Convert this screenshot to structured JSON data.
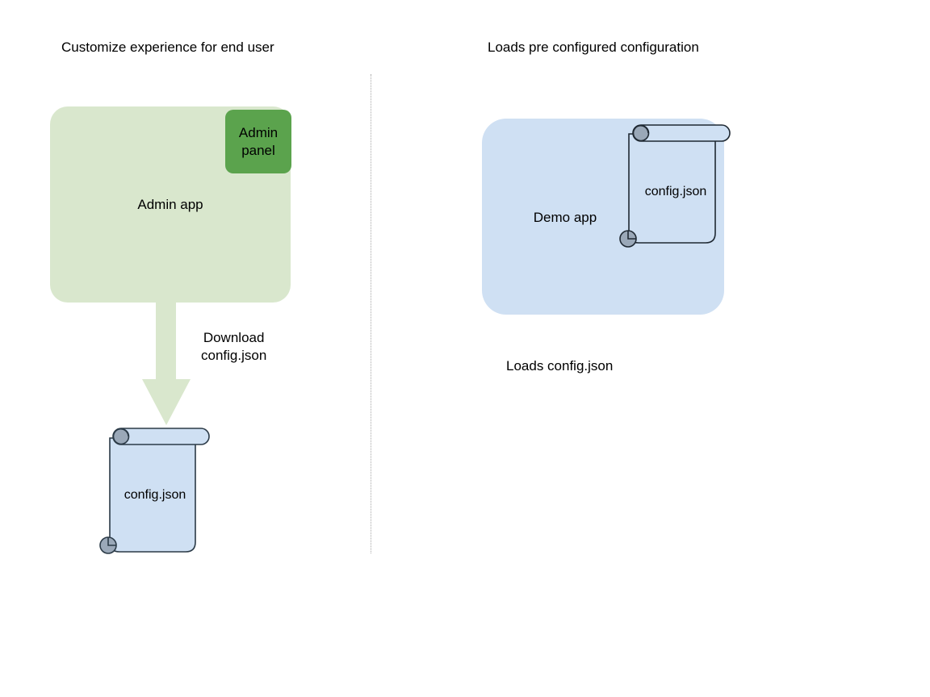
{
  "diagram": {
    "title_left": "Customize experience for end user",
    "title_right": "Loads pre configured configuration",
    "divider": "vertical-dotted-divider"
  },
  "left_panel": {
    "app_box": {
      "label": "Admin app",
      "fill": "#d9e7cd"
    },
    "admin_panel_badge": {
      "label": "Admin\npanel",
      "fill": "#5ba34d"
    },
    "arrow": {
      "label": "Download\nconfig.json",
      "fill": "#d9e7cd",
      "direction": "down"
    },
    "document": {
      "label": "config.json",
      "fill": "#cfe0f3",
      "stroke": "#3b4a5a",
      "roll_fill": "#9aa8b8"
    }
  },
  "right_panel": {
    "app_box": {
      "label": "Demo app",
      "fill": "#cfe0f3"
    },
    "document": {
      "label": "config.json",
      "fill": "#cfe0f3",
      "stroke": "#1f2933",
      "roll_fill": "#9aa8b8"
    },
    "caption": "Loads config.json"
  }
}
